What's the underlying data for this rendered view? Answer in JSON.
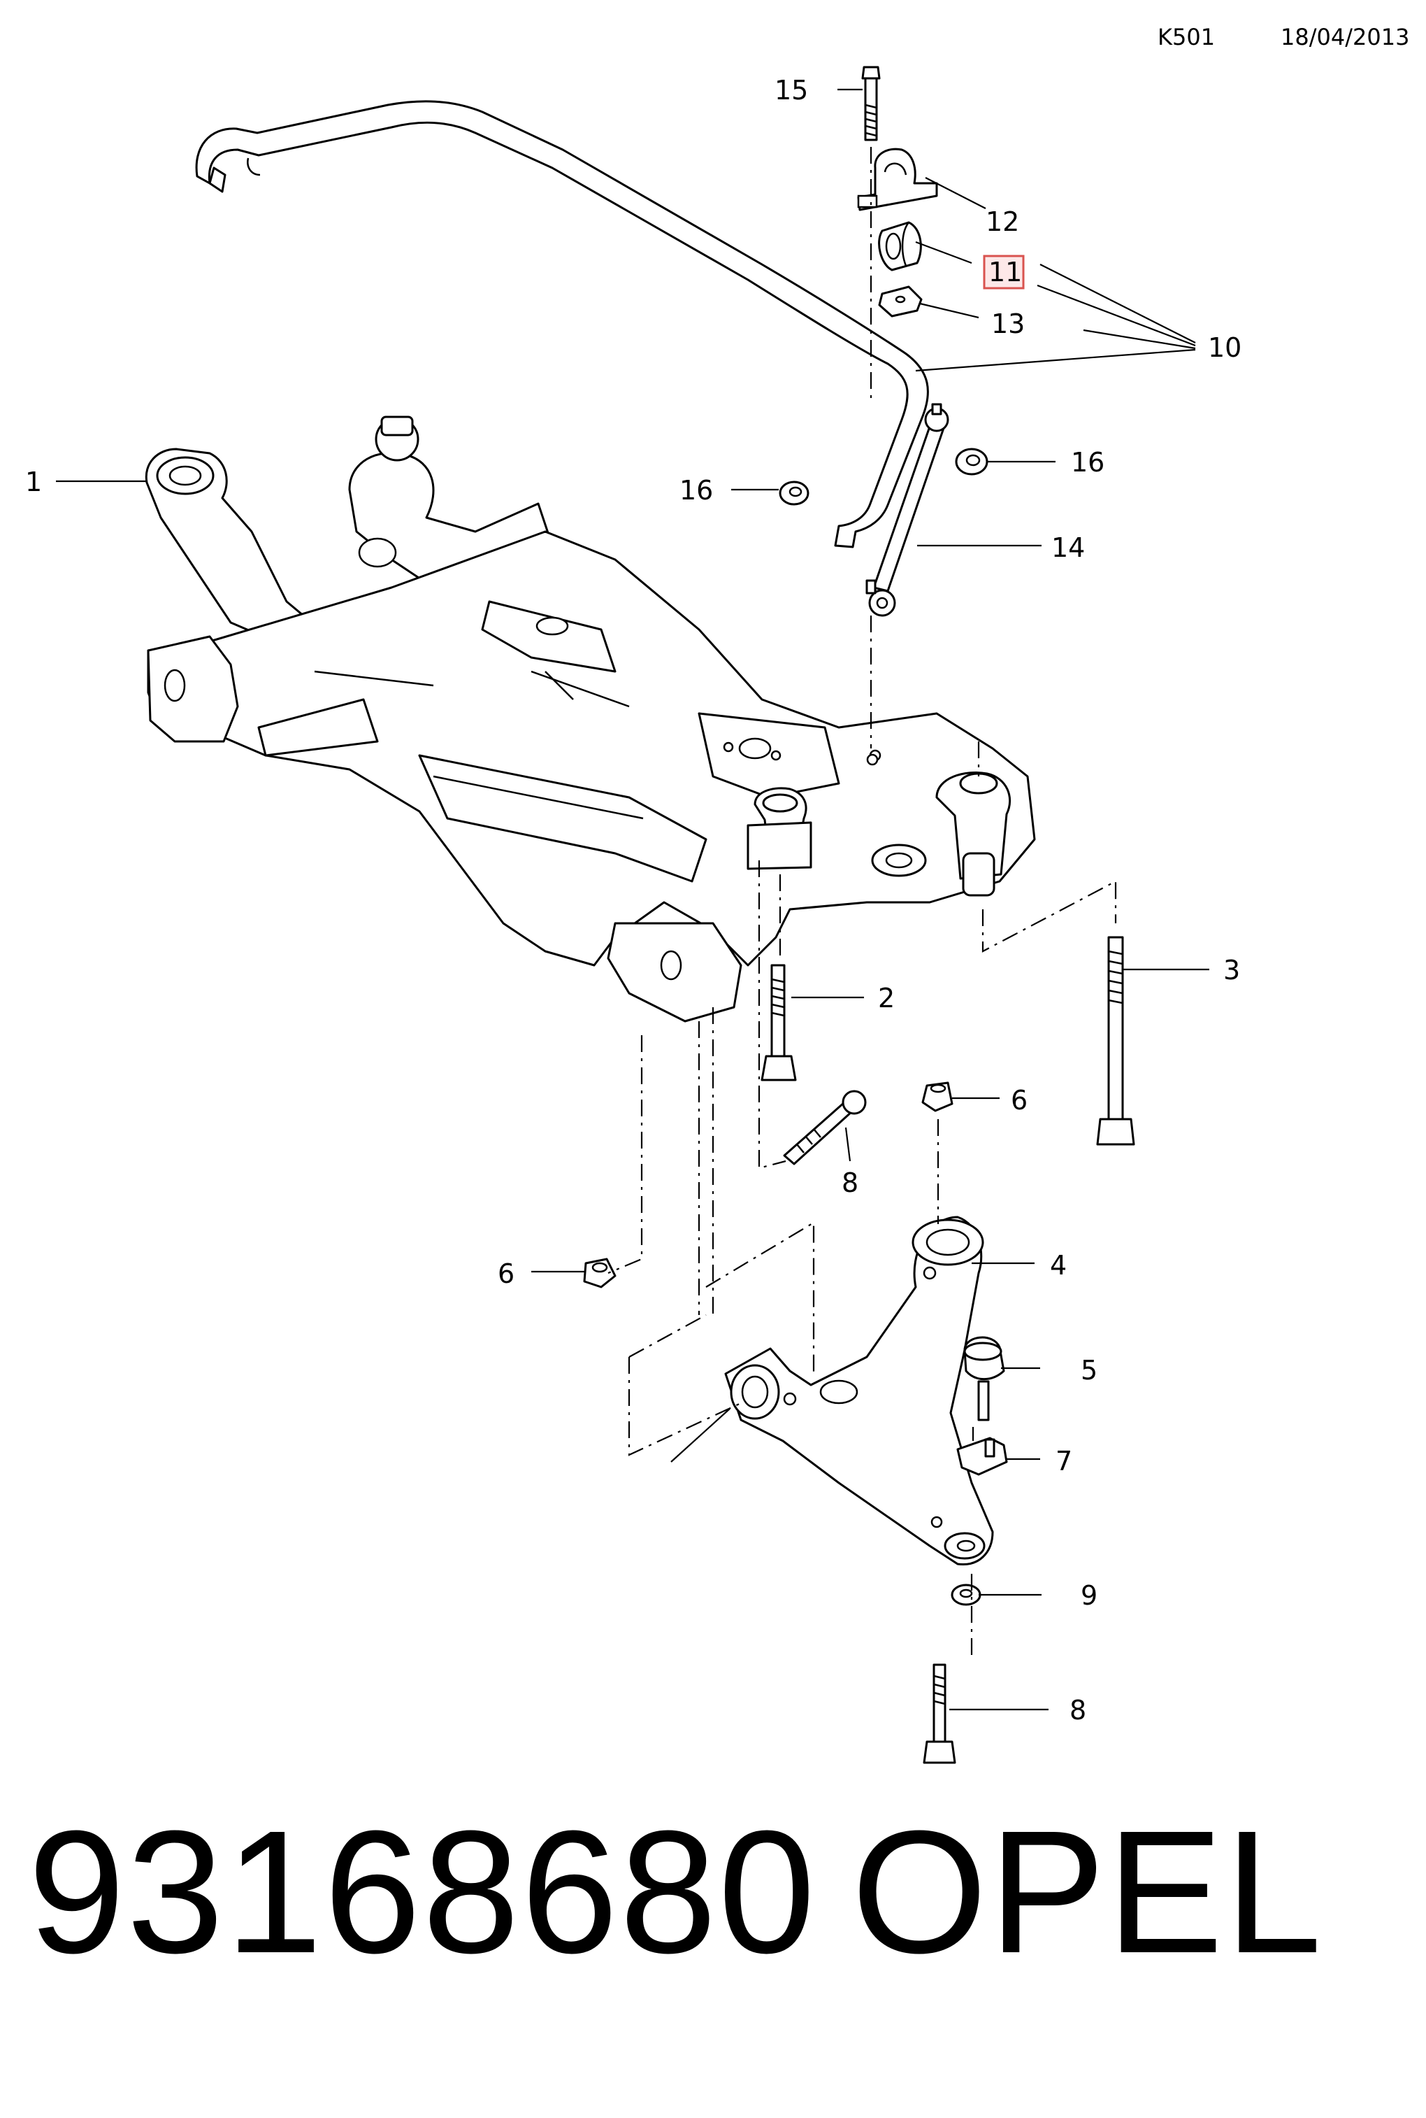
{
  "header": {
    "code": "K501",
    "date": "18/04/2013"
  },
  "footer": {
    "part_number": "93168680",
    "brand": "OPEL"
  },
  "callouts": [
    {
      "id": "c1",
      "label": "1"
    },
    {
      "id": "c2",
      "label": "2"
    },
    {
      "id": "c3",
      "label": "3"
    },
    {
      "id": "c4",
      "label": "4"
    },
    {
      "id": "c5",
      "label": "5"
    },
    {
      "id": "c6a",
      "label": "6"
    },
    {
      "id": "c6b",
      "label": "6"
    },
    {
      "id": "c7",
      "label": "7"
    },
    {
      "id": "c8a",
      "label": "8"
    },
    {
      "id": "c8b",
      "label": "8"
    },
    {
      "id": "c9",
      "label": "9"
    },
    {
      "id": "c10",
      "label": "10"
    },
    {
      "id": "c11",
      "label": "11",
      "highlighted": true
    },
    {
      "id": "c12",
      "label": "12"
    },
    {
      "id": "c13",
      "label": "13"
    },
    {
      "id": "c14",
      "label": "14"
    },
    {
      "id": "c15",
      "label": "15"
    },
    {
      "id": "c16a",
      "label": "16"
    },
    {
      "id": "c16b",
      "label": "16"
    }
  ],
  "colors": {
    "line": "#000000",
    "background": "#ffffff",
    "highlight_fill": "#fde8e8",
    "highlight_stroke": "#d9534f"
  }
}
